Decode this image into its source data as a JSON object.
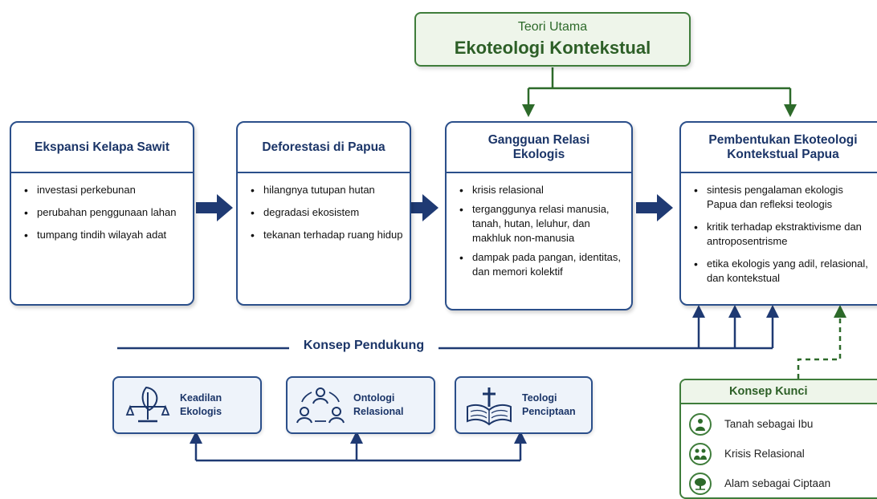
{
  "theory": {
    "subtitle": "Teori Utama",
    "title": "Ekoteologi Kontekstual"
  },
  "stages": [
    {
      "title": "Ekspansi Kelapa Sawit",
      "items": [
        "investasi perkebunan",
        "perubahan penggunaan lahan",
        "tumpang tindih wilayah adat"
      ]
    },
    {
      "title": "Deforestasi di Papua",
      "items": [
        "hilangnya tutupan hutan",
        "degradasi ekosistem",
        "tekanan terhadap ruang hidup"
      ]
    },
    {
      "title": "Gangguan Relasi Ekologis",
      "items": [
        "krisis relasional",
        "terganggunya relasi manusia, tanah, hutan, leluhur, dan makhluk non-manusia",
        "dampak pada pangan, identitas, dan memori kolektif"
      ]
    },
    {
      "title": "Pembentukan Ekoteologi Kontekstual Papua",
      "items": [
        "sintesis pengalaman ekologis Papua dan refleksi teologis",
        "kritik terhadap ekstraktivisme dan antroposentrisme",
        "etika ekologis yang adil, relasional, dan kontekstual"
      ]
    }
  ],
  "supporting": {
    "label": "Konsep Pendukung",
    "concepts": [
      {
        "name": "Keadilan Ekologis",
        "icon": "leaf-scale-icon"
      },
      {
        "name": "Ontologi Relasional",
        "icon": "people-cycle-icon"
      },
      {
        "name": "Teologi Penciptaan",
        "icon": "bible-cross-icon"
      }
    ]
  },
  "key_concepts": {
    "title": "Konsep Kunci",
    "items": [
      {
        "label": "Tanah sebagai Ibu",
        "icon": "mother-icon"
      },
      {
        "label": "Krisis Relasional",
        "icon": "people-pair-icon"
      },
      {
        "label": "Alam sebagai Ciptaan",
        "icon": "tree-icon"
      }
    ]
  },
  "colors": {
    "navy": "#1b3568",
    "border": "#2b4f8a",
    "green": "#3f7d3b",
    "arrow": "#1f3a73"
  }
}
